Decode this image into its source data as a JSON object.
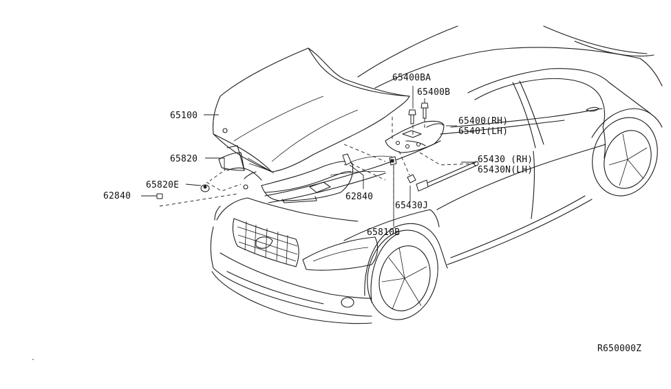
{
  "diagram": {
    "reference_code": "R650000Z",
    "parts": [
      {
        "id": "hood",
        "label": "65100"
      },
      {
        "id": "hood-insulator",
        "label": "65820"
      },
      {
        "id": "insulator-clip",
        "label": "65820E"
      },
      {
        "id": "bumper-rubber-left",
        "label": "62840"
      },
      {
        "id": "bumper-rubber-right",
        "label": "62840"
      },
      {
        "id": "hinge-bolt-a",
        "label": "65400BA"
      },
      {
        "id": "hinge-bolt-b",
        "label": "65400B"
      },
      {
        "id": "hinge-rh",
        "label": "65400(RH)"
      },
      {
        "id": "hinge-lh",
        "label": "65401(LH)"
      },
      {
        "id": "stay-rh",
        "label": "65430 (RH)"
      },
      {
        "id": "stay-lh",
        "label": "65430N(LH)"
      },
      {
        "id": "stay-bracket",
        "label": "65430J"
      },
      {
        "id": "hood-seal-clip",
        "label": "65810B"
      }
    ]
  }
}
